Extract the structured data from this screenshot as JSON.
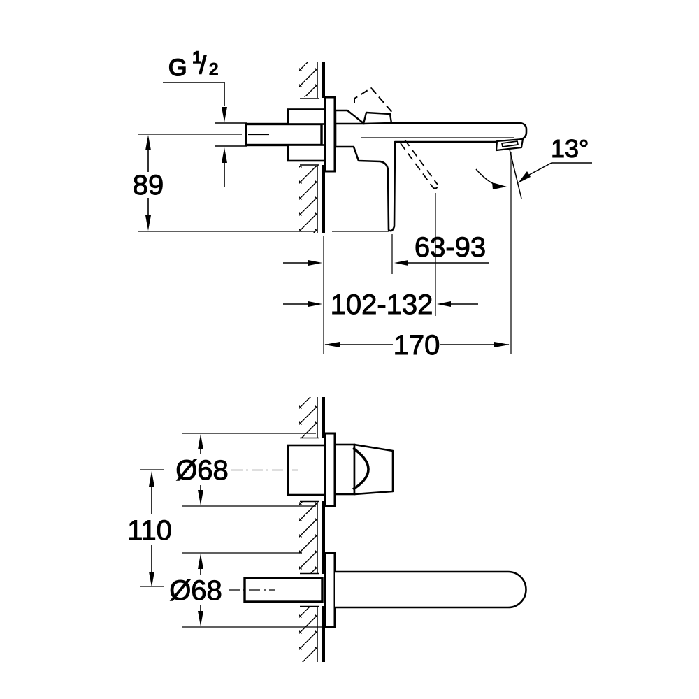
{
  "colors": {
    "line": "#000000",
    "background": "#ffffff"
  },
  "top_view": {
    "thread_g": "G",
    "thread_num": "1",
    "thread_slash": "/",
    "thread_den": "2",
    "dim_height": "89",
    "dim_angle": "13°",
    "dim_lever_min": "63-93",
    "dim_lever_max": "102-132",
    "dim_reach": "170"
  },
  "bottom_view": {
    "dim_dia_handle": "Ø68",
    "dim_center_distance": "110",
    "dim_dia_spout": "Ø68"
  }
}
